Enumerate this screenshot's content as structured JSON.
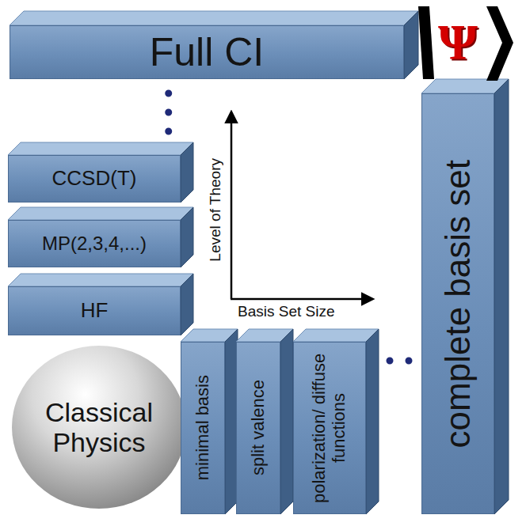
{
  "diagram": {
    "nodes": [
      {
        "text": [
          "Full CI"
        ]
      },
      {
        "text": [
          "CCSD(T)"
        ]
      },
      {
        "text": [
          "MP(2,3,4,...)"
        ]
      },
      {
        "text": [
          "HF"
        ]
      },
      {
        "text": [
          "Classical Physics"
        ]
      },
      {
        "text": [
          "minimal basis"
        ]
      },
      {
        "text": [
          "split valence"
        ]
      },
      {
        "text": [
          "polarization/ diffuse functions"
        ]
      },
      {
        "text": [
          "complete basis set"
        ]
      }
    ],
    "edges": [
      {
        "from": 1,
        "to": 0,
        "arrow": "none"
      },
      {
        "from": 7,
        "to": 8,
        "arrow": "none"
      }
    ],
    "labels": [
      "Level of Theory",
      "Basis Set Size",
      "Ψ"
    ]
  }
}
